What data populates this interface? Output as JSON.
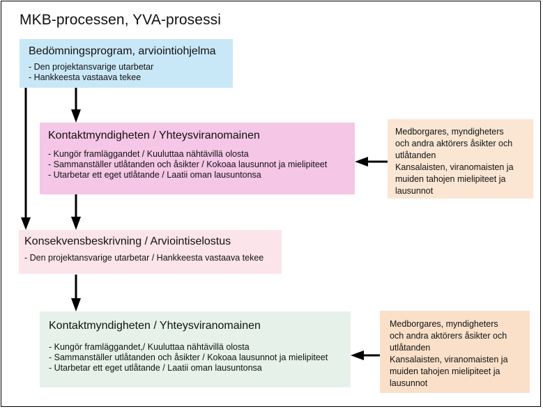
{
  "title": "MKB-processen, YVA-prosessi",
  "steps": {
    "assessment_programme": {
      "heading": "Bedömningsprogram, arviointiohjelma",
      "items": [
        "- Den projektansvarige utarbetar",
        "- Hankkeesta vastaava tekee"
      ]
    },
    "contact_authority_1": {
      "heading": "Kontaktmyndigheten / Yhteysviranomainen",
      "items": [
        "- Kungör framläggandet / Kuuluttaa nähtävillä olosta",
        "- Sammanställer utlåtanden och åsikter / Kokoaa lausunnot ja mielipiteet",
        "- Utarbetar ett eget utlåtande / Laatii oman lausuntonsa"
      ]
    },
    "impact_description": {
      "heading": "Konsekvensbeskrivning / Arviointiselostus",
      "items": [
        "- Den projektansvarige utarbetar / Hankkeesta vastaava tekee"
      ]
    },
    "contact_authority_2": {
      "heading": "Kontaktmyndigheten / Yhteysviranomainen",
      "items": [
        "- Kungör framläggandet,/ Kuuluttaa nähtävillä olosta",
        "- Sammanställer utlåtanden och åsikter / Kokoaa lausunnot ja mielipiteet",
        "- Utarbetar ett eget utlåtande / Laatii oman lausuntonsa"
      ]
    }
  },
  "opinions_1": {
    "lines": [
      "Medborgares, myndigheters",
      "och andra aktörers åsikter och",
      "utlåtanden",
      "Kansalaisten, viranomaisten ja",
      "muiden tahojen mielipiteet ja",
      "lausunnot"
    ]
  },
  "opinions_2": {
    "lines": [
      "Medborgares, myndigheters",
      "och andra aktörers åsikter och",
      "utlåtanden",
      "Kansalaisten, viranomaisten ja",
      "muiden tahojen mielipiteet ja",
      "lausunnot"
    ]
  },
  "colors": {
    "assessment_programme": "#c9e8f7",
    "contact_authority_1": "#f5c6e6",
    "impact_description": "#fbe4ea",
    "contact_authority_2": "#e6f1ea",
    "opinions_1": "#fae6d3",
    "opinions_2": "#fae0c9",
    "arrow": "#000000"
  }
}
